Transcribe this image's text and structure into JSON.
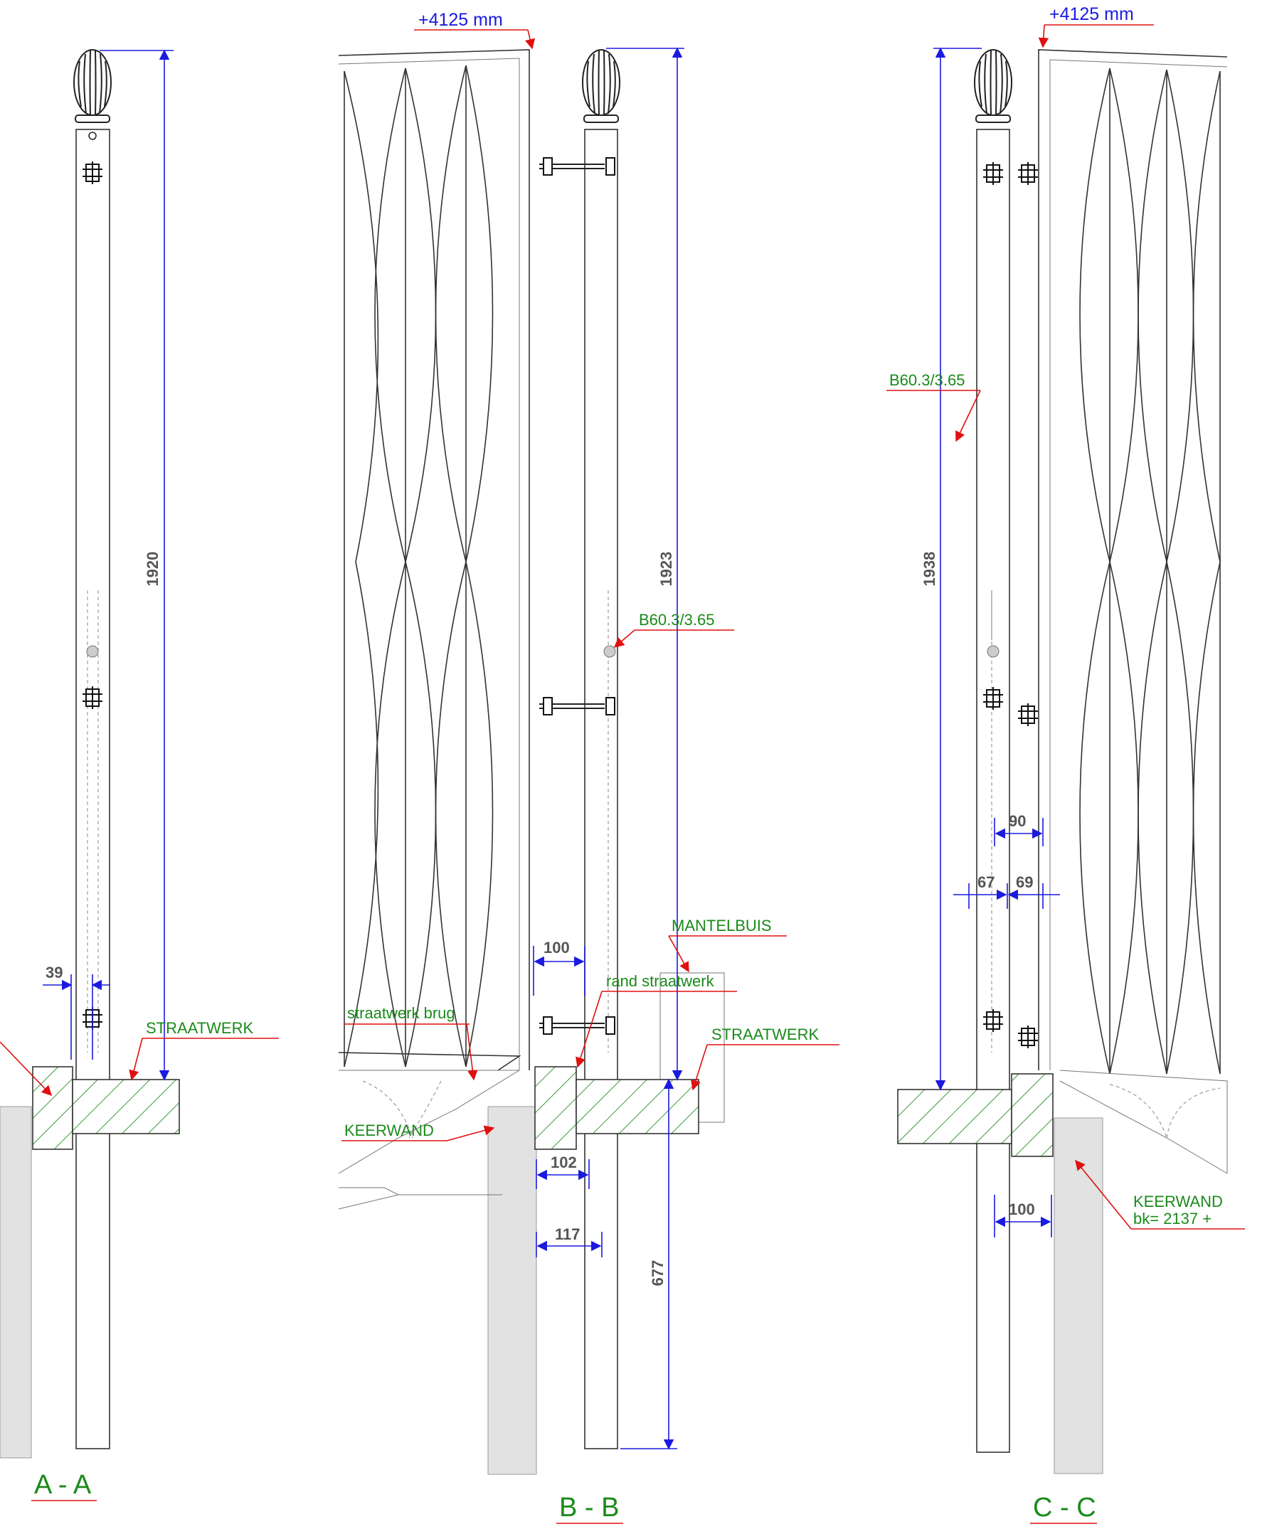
{
  "sections": {
    "aa": {
      "title": "A - A",
      "dim_height": "1920",
      "dim_width": "39",
      "label_straatwerk": "STRAATWERK"
    },
    "bb": {
      "title": "B - B",
      "elevation": "+4125 mm",
      "dim_height": "1923",
      "dim_below": "677",
      "dim_100": "100",
      "dim_102": "102",
      "dim_117": "117",
      "label_pipe": "B60.3/3.65",
      "label_mantelbuis": "MANTELBUIS",
      "label_rand": "rand straatwerk",
      "label_brug": "straatwerk brug",
      "label_straatwerk": "STRAATWERK",
      "label_keerwand": "KEERWAND"
    },
    "cc": {
      "title": "C - C",
      "elevation": "+4125 mm",
      "dim_height": "1938",
      "dim_90": "90",
      "dim_67": "67",
      "dim_69": "69",
      "dim_100": "100",
      "label_pipe": "B60.3/3.65",
      "label_keerwand": "KEERWAND",
      "label_bk": "bk= 2137 +"
    }
  },
  "colors": {
    "annotation": "#1a8a1a",
    "dimension": "#1a1ae0",
    "leader": "#e01010",
    "wall": "#e2e2e2"
  }
}
